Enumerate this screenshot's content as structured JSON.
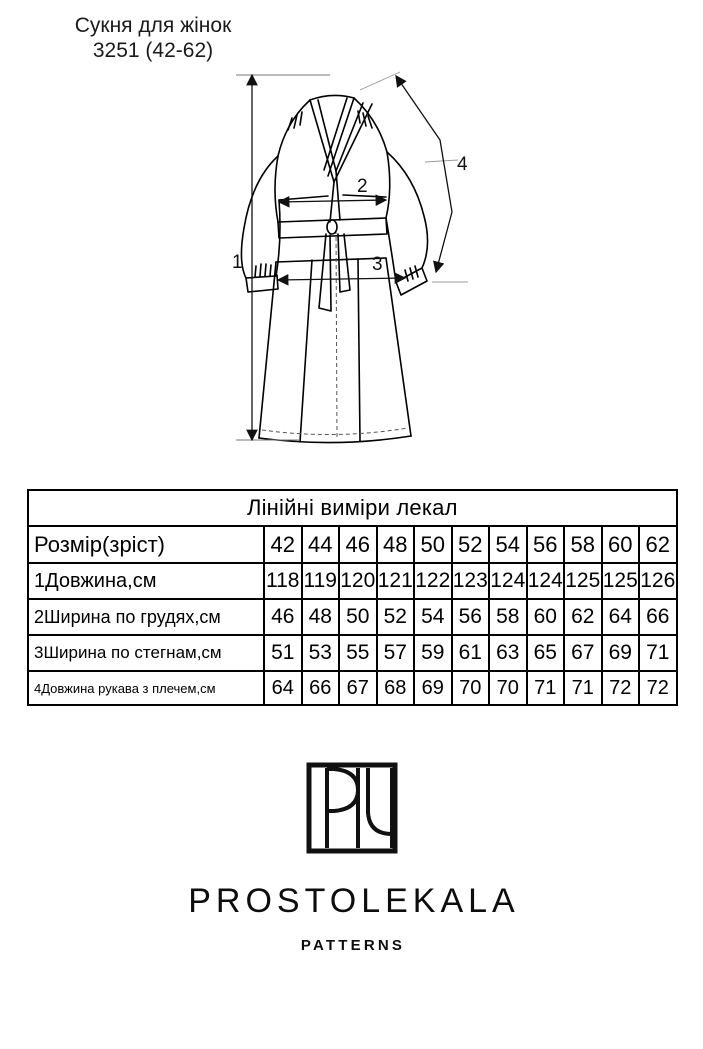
{
  "document": {
    "title_lines": [
      "Сукня для жінок",
      "3251 (42-62)"
    ],
    "product_code": "3251",
    "size_range": "42-62"
  },
  "technical_drawing": {
    "garment": "wrap-dress-front-view",
    "callouts": [
      {
        "id": "1",
        "label": "1",
        "measure": "total-length"
      },
      {
        "id": "2",
        "label": "2",
        "measure": "bust-width"
      },
      {
        "id": "3",
        "label": "3",
        "measure": "hip-width"
      },
      {
        "id": "4",
        "label": "4",
        "measure": "sleeve-length-with-shoulder"
      }
    ]
  },
  "table": {
    "title": "Лінійні виміри лекал",
    "size_row_label": "Розмір(зріст)",
    "sizes": [
      "42",
      "44",
      "46",
      "48",
      "50",
      "52",
      "54",
      "56",
      "58",
      "60",
      "62"
    ],
    "rows": [
      {
        "index": "1",
        "label": "1Довжина,см",
        "values": [
          "118",
          "119",
          "120",
          "121",
          "122",
          "123",
          "124",
          "124",
          "125",
          "125",
          "126"
        ]
      },
      {
        "index": "2",
        "label": "2Ширина по грудях,см",
        "values": [
          "46",
          "48",
          "50",
          "52",
          "54",
          "56",
          "58",
          "60",
          "62",
          "64",
          "66"
        ]
      },
      {
        "index": "3",
        "label": "3Ширина по стегнам,см",
        "values": [
          "51",
          "53",
          "55",
          "57",
          "59",
          "61",
          "63",
          "65",
          "67",
          "69",
          "71"
        ]
      },
      {
        "index": "4",
        "label": "4Довжина рукава з плечем,см",
        "values": [
          "64",
          "66",
          "67",
          "68",
          "69",
          "70",
          "70",
          "71",
          "71",
          "72",
          "72"
        ]
      }
    ]
  },
  "brand": {
    "logo_icon": "prostolekala-pl-monogram-icon",
    "name": "PROSTOLEKALA",
    "tagline": "PATTERNS"
  },
  "colors": {
    "ink": "#000000",
    "paper": "#ffffff",
    "dimension_line": "#555555"
  }
}
